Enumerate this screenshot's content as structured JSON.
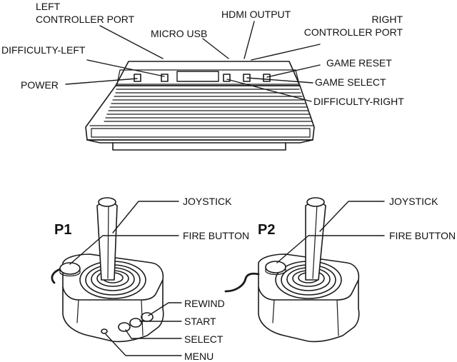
{
  "console_labels": {
    "left_controller_port_1": "LEFT",
    "left_controller_port_2": "CONTROLLER PORT",
    "micro_usb": "MICRO USB",
    "hdmi_output": "HDMI OUTPUT",
    "right_controller_port_1": "RIGHT",
    "right_controller_port_2": "CONTROLLER PORT",
    "difficulty_left": "DIFFICULTY-LEFT",
    "power": "POWER",
    "game_reset": "GAME RESET",
    "game_select": "GAME SELECT",
    "difficulty_right": "DIFFICULTY-RIGHT"
  },
  "p1": {
    "title": "P1",
    "joystick": "JOYSTICK",
    "fire_button": "FIRE BUTTON",
    "rewind": "REWIND",
    "start": "START",
    "select": "SELECT",
    "menu": "MENU"
  },
  "p2": {
    "title": "P2",
    "joystick": "JOYSTICK",
    "fire_button": "FIRE BUTTON"
  },
  "colors": {
    "line": "#1a1a1a",
    "background": "#ffffff"
  }
}
